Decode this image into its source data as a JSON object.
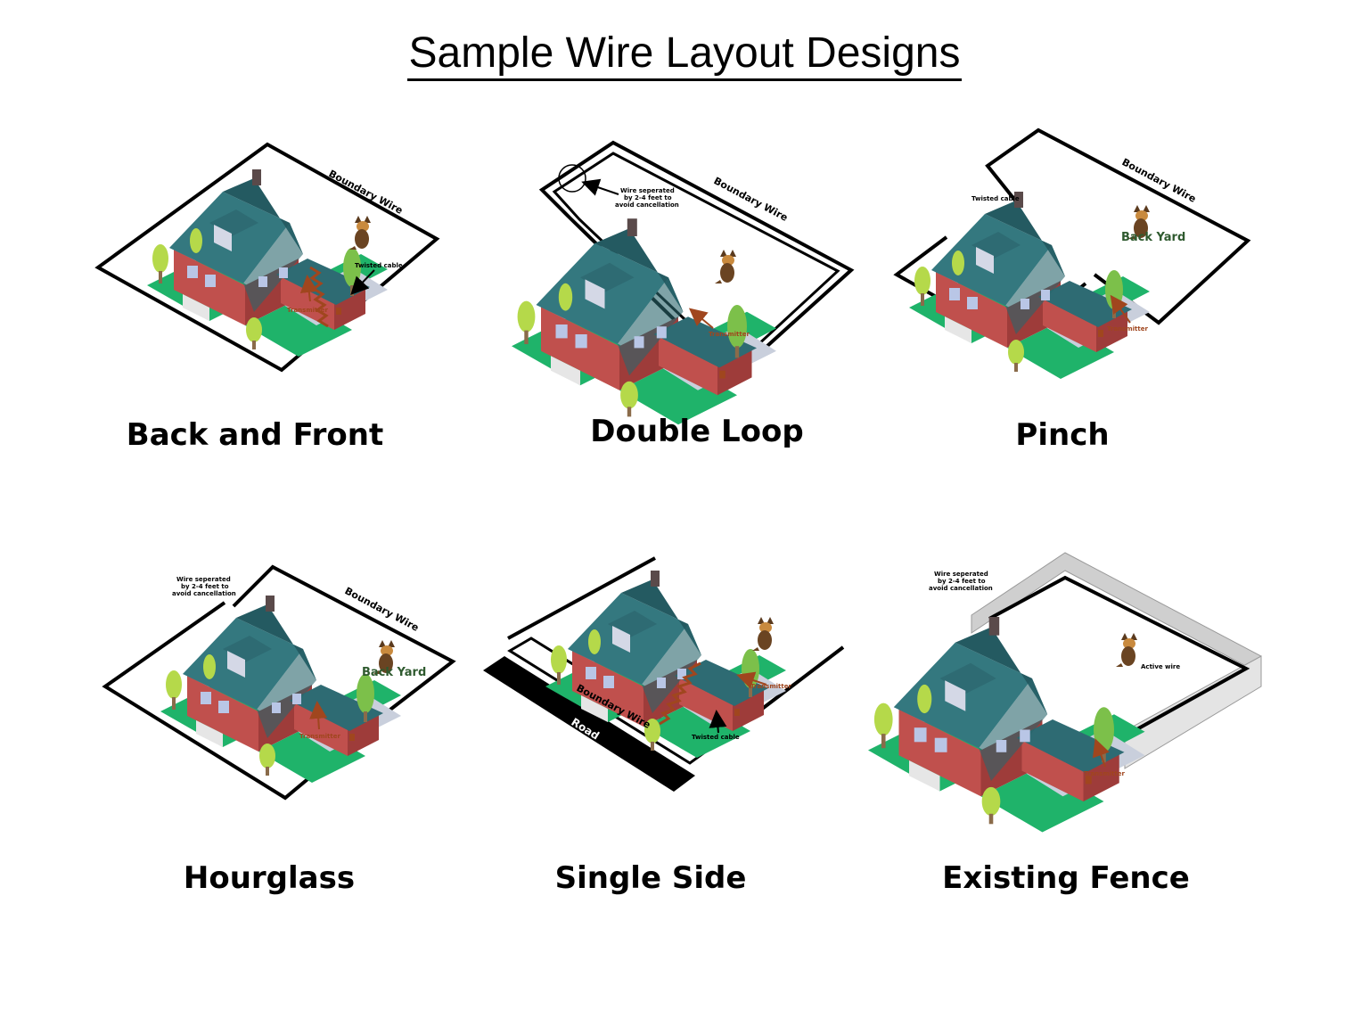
{
  "title": "Sample Wire Layout Designs",
  "layouts": [
    {
      "name": "Back and Front",
      "boundary": "Boundary Wire",
      "twisted": "Twisted cable",
      "transmitter": "Transmitter"
    },
    {
      "name": "Double Loop",
      "boundary": "Boundary Wire",
      "note": [
        "Wire seperated",
        "by 2-4 feet to",
        "avoid cancellation"
      ],
      "transmitter": "Transmitter"
    },
    {
      "name": "Pinch",
      "boundary": "Boundary Wire",
      "twisted": "Twisted cable",
      "yard": "Back Yard",
      "transmitter": "Transmitter"
    },
    {
      "name": "Hourglass",
      "boundary": "Boundary Wire",
      "note": [
        "Wire seperated",
        "by 2-4 feet to",
        "avoid cancellation"
      ],
      "yard": "Back Yard",
      "transmitter": "Transmitter"
    },
    {
      "name": "Single Side",
      "boundary": "Boundary Wire",
      "road": "Road",
      "twisted": "Twisted cable",
      "transmitter": "Transmitter"
    },
    {
      "name": "Existing Fence",
      "note": [
        "Wire seperated",
        "by 2-4 feet to",
        "avoid cancellation"
      ],
      "active": "Active wire",
      "transmitter": "Transmitter"
    }
  ],
  "colors": {
    "wire": "#000000",
    "roof": "#2e6b73",
    "wall": "#c0504d",
    "grass": "#1fb36a",
    "tree": "#b5d94a",
    "transmitter": "#a0461e",
    "yard_text": "#2f5a2f",
    "fence": "#cfcfcf"
  }
}
